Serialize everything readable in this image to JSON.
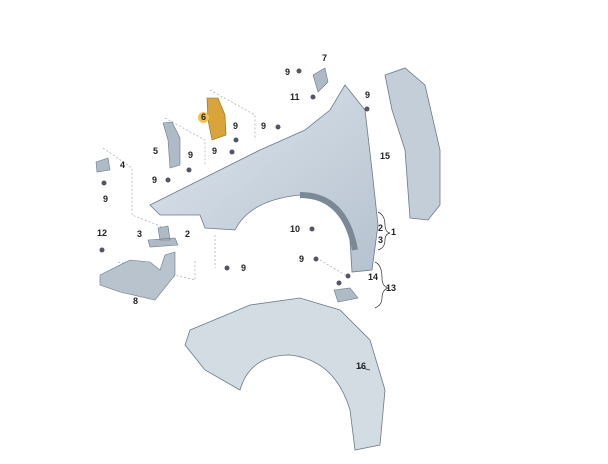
{
  "labels": {
    "l7": "7",
    "l9a": "9",
    "l11": "11",
    "l9b": "9",
    "l6": "6",
    "l9c": "9",
    "l9d": "9",
    "l5": "5",
    "l9e": "9",
    "l9f": "9",
    "l4": "4",
    "l9g": "9",
    "l9h": "9",
    "l15": "15",
    "l12": "12",
    "l3a": "3",
    "l2a": "2",
    "l10": "10",
    "l2b": "2",
    "l3b": "3",
    "l1": "1",
    "l9i": "9",
    "l9j": "9",
    "l14": "14",
    "l13": "13",
    "l8": "8",
    "l16": "16"
  },
  "colors": {
    "part": "#c9d3dd",
    "highlight": "#d9a43a",
    "line": "#555555"
  }
}
